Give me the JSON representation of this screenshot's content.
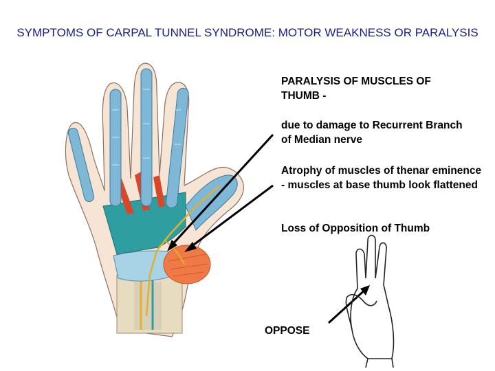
{
  "slide": {
    "title": "SYMPTOMS OF CARPAL TUNNEL SYNDROME: MOTOR WEAKNESS OR PARALYSIS"
  },
  "annotations": {
    "paralysis_heading": "PARALYSIS OF MUSCLES OF THUMB -",
    "cause": "due to damage to Recurrent Branch of Median nerve",
    "atrophy": "Atrophy of muscles of thenar eminence - muscles at base thumb look flattened",
    "opposition_loss": "Loss of Opposition of Thumb",
    "oppose_label": "OPPOSE"
  },
  "colors": {
    "title": "#1a1a8c",
    "tendon_blue": "#7fb7d6",
    "tendon_sheath": "#a8d2e6",
    "muscle_red": "#d9472b",
    "thenar_orange": "#f07a45",
    "bone": "#e8dcc0",
    "skin": "#f6e4d4",
    "teal": "#2f9ea0",
    "nerve_yellow": "#e0b030",
    "arrow": "#000000"
  }
}
